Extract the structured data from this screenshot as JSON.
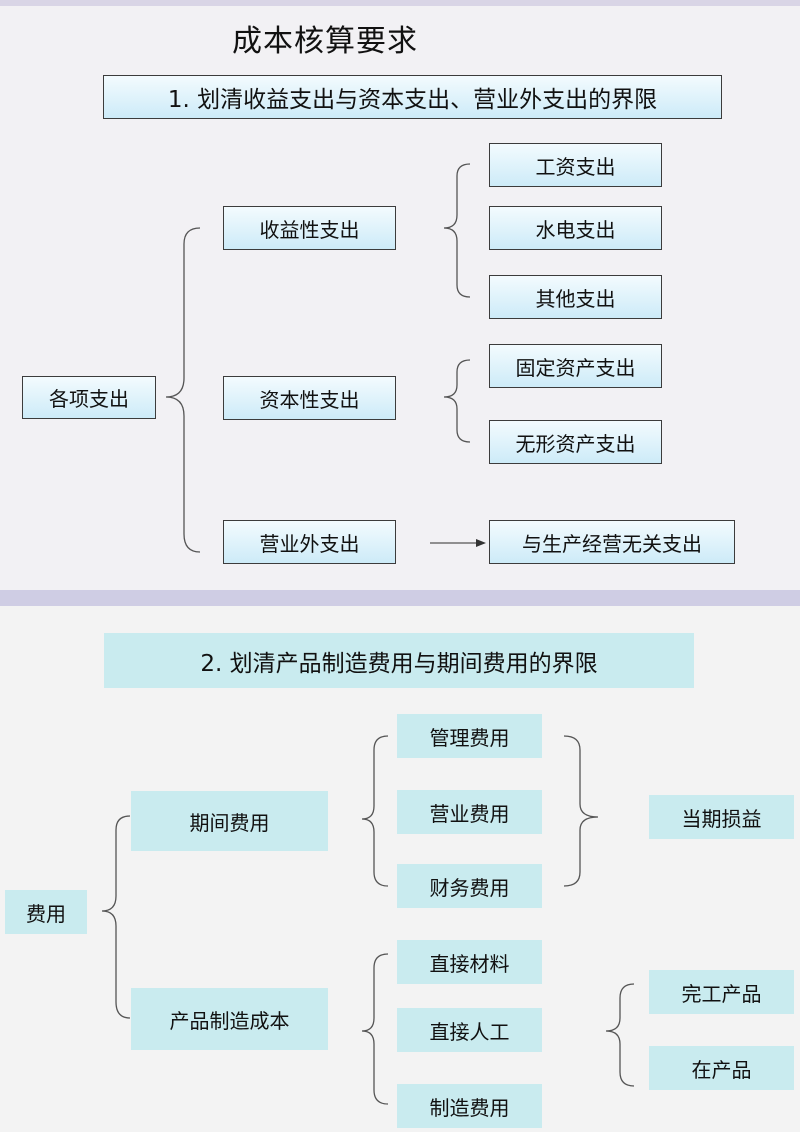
{
  "section1": {
    "title": "成本核算要求",
    "header": "1. 划清收益支出与资本支出、营业外支出的界限",
    "root": "各项支出",
    "revenue": "收益性支出",
    "capital": "资本性支出",
    "nonop": "营业外支出",
    "revenue_items": [
      "工资支出",
      "水电支出",
      "其他支出"
    ],
    "capital_items": [
      "固定资产支出",
      "无形资产支出"
    ],
    "nonop_result": "与生产经营无关支出"
  },
  "section2": {
    "header": "2. 划清产品制造费用与期间费用的界限",
    "root": "费用",
    "period": "期间费用",
    "product": "产品制造成本",
    "period_items": [
      "管理费用",
      "营业费用",
      "财务费用"
    ],
    "period_result": "当期损益",
    "product_items": [
      "直接材料",
      "直接人工",
      "制造费用"
    ],
    "product_results": [
      "完工产品",
      "在产品"
    ]
  }
}
